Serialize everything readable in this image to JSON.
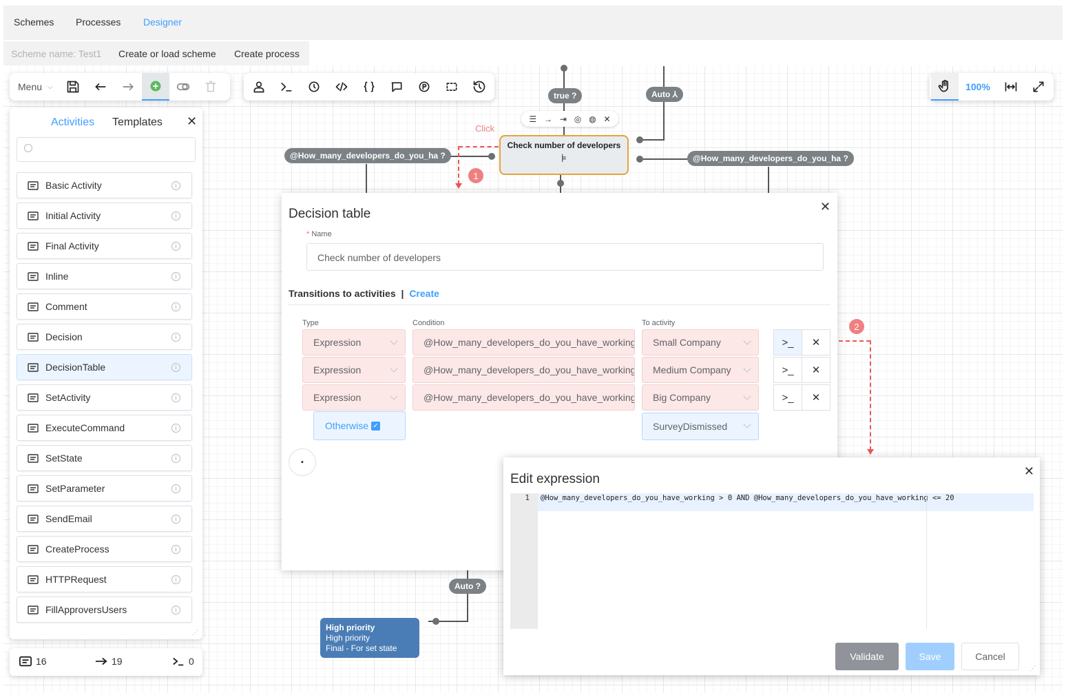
{
  "nav": {
    "schemes": "Schemes",
    "processes": "Processes",
    "designer": "Designer"
  },
  "subbar": {
    "scheme_name": "Scheme name: Test1",
    "create_load": "Create or load scheme",
    "create_process": "Create process"
  },
  "toolbar": {
    "menu": "Menu",
    "zoom": "100%"
  },
  "panel": {
    "tab_activities": "Activities",
    "tab_templates": "Templates",
    "search_placeholder": "",
    "items": [
      {
        "label": "Basic Activity",
        "icon": "basic-activity-icon"
      },
      {
        "label": "Initial Activity",
        "icon": "initial-activity-icon"
      },
      {
        "label": "Final Activity",
        "icon": "final-activity-icon"
      },
      {
        "label": "Inline",
        "icon": "inline-icon"
      },
      {
        "label": "Comment",
        "icon": "comment-activity-icon"
      },
      {
        "label": "Decision",
        "icon": "decision-icon"
      },
      {
        "label": "DecisionTable",
        "icon": "decision-table-icon"
      },
      {
        "label": "SetActivity",
        "icon": "set-activity-icon"
      },
      {
        "label": "ExecuteCommand",
        "icon": "execute-command-icon"
      },
      {
        "label": "SetState",
        "icon": "set-state-icon"
      },
      {
        "label": "SetParameter",
        "icon": "set-parameter-icon"
      },
      {
        "label": "SendEmail",
        "icon": "send-email-icon"
      },
      {
        "label": "CreateProcess",
        "icon": "create-process-icon"
      },
      {
        "label": "HTTPRequest",
        "icon": "http-request-icon"
      },
      {
        "label": "FillApproversUsers",
        "icon": "fill-approvers-icon"
      }
    ]
  },
  "stats": {
    "activities": "16",
    "transitions": "19",
    "commands": "0"
  },
  "canvas": {
    "pill_true": "true ?",
    "pill_auto_top": "Auto ⅄",
    "pill_left": "@How_many_developers_do_you_ha ?",
    "pill_right": "@How_many_developers_do_you_ha ?",
    "pill_auto_bottom": "Auto ?",
    "node_title": "Check number of developers",
    "click_hint": "Click",
    "badge1": "1",
    "badge2": "2",
    "hp_title": "High priority",
    "hp_sub": "High priority",
    "hp_state": "Final - For set state"
  },
  "decision_dialog": {
    "title": "Decision table",
    "name_label": "Name",
    "name_value": "Check number of developers",
    "transitions_label": "Transitions to activities",
    "create_link": "Create",
    "col_type": "Type",
    "col_condition": "Condition",
    "col_to": "To activity",
    "rows": [
      {
        "type": "Expression",
        "condition": "@How_many_developers_do_you_have_working",
        "to": "Small Company"
      },
      {
        "type": "Expression",
        "condition": "@How_many_developers_do_you_have_working",
        "to": "Medium Company"
      },
      {
        "type": "Expression",
        "condition": "@How_many_developers_do_you_have_working",
        "to": "Big Company"
      }
    ],
    "otherwise_label": "Otherwise",
    "otherwise_to": "SurveyDismissed"
  },
  "expr_dialog": {
    "title": "Edit expression",
    "line_no": "1",
    "code": "@How_many_developers_do_you_have_working > 0 AND @How_many_developers_do_you_have_working <= 20",
    "validate": "Validate",
    "save": "Save",
    "cancel": "Cancel"
  },
  "colors": {
    "accent": "#409eff",
    "danger": "#e55",
    "node_border": "#e6a23c",
    "hp_node": "#4a7db5"
  }
}
